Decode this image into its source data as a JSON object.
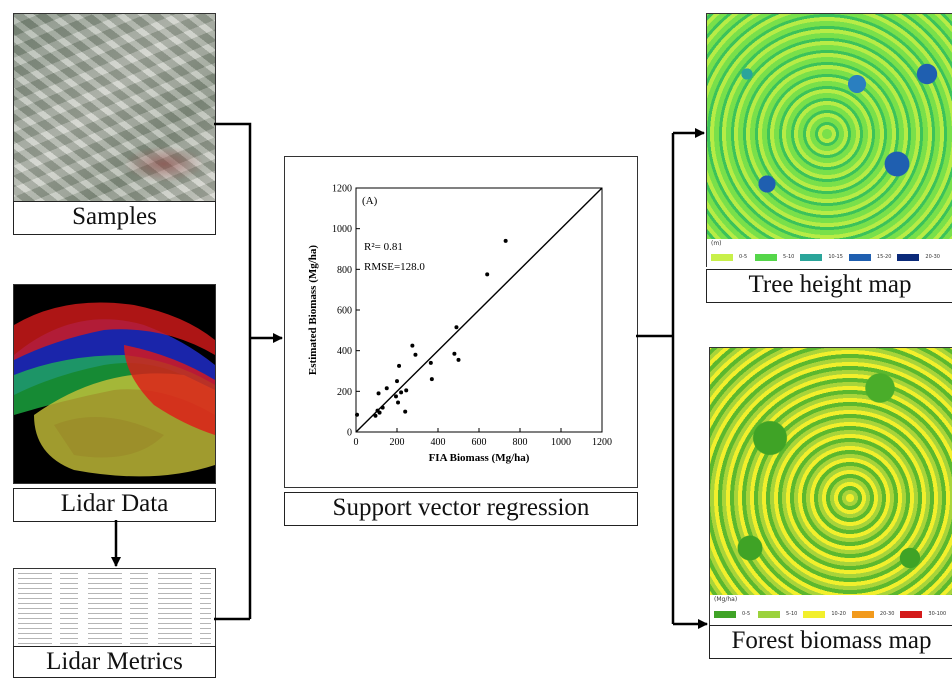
{
  "nodes": {
    "samples": {
      "caption": "Samples"
    },
    "lidar_data": {
      "caption": "Lidar Data"
    },
    "lidar_metrics": {
      "caption": "Lidar Metrics"
    },
    "svr": {
      "caption": "Support vector regression"
    },
    "tree_height": {
      "caption": "Tree height map"
    },
    "forest_biomass": {
      "caption": "Forest biomass map"
    }
  },
  "tree_height_legend": {
    "unit": "(m)",
    "classes": [
      {
        "label": "0-5",
        "color": "#c8f04a"
      },
      {
        "label": "5-10",
        "color": "#55d64a"
      },
      {
        "label": "10-15",
        "color": "#2aa59a"
      },
      {
        "label": "15-20",
        "color": "#1f5fb0"
      },
      {
        "label": "20-30",
        "color": "#0b2a7a"
      }
    ]
  },
  "biomass_legend": {
    "unit": "(Mg/ha)",
    "classes": [
      {
        "label": "0-5",
        "color": "#3fa326"
      },
      {
        "label": "5-10",
        "color": "#9bd23c"
      },
      {
        "label": "10-20",
        "color": "#f2ef2c"
      },
      {
        "label": "20-30",
        "color": "#f29a1c"
      },
      {
        "label": "30-100",
        "color": "#d41a1a"
      }
    ]
  },
  "chart_data": {
    "type": "scatter",
    "panel_label": "(A)",
    "xlabel": "FIA Biomass (Mg/ha)",
    "ylabel": "Estimated Biomass (Mg/ha)",
    "xlim": [
      0,
      1200
    ],
    "ylim": [
      0,
      1200
    ],
    "xticks": [
      0,
      200,
      400,
      600,
      800,
      1000,
      1200
    ],
    "yticks": [
      0,
      200,
      400,
      600,
      800,
      1000,
      1200
    ],
    "annotations": [
      "R²= 0.81",
      "RMSE=128.0"
    ],
    "reference_line": "1:1",
    "points": [
      [
        5,
        85
      ],
      [
        95,
        80
      ],
      [
        105,
        105
      ],
      [
        115,
        95
      ],
      [
        130,
        120
      ],
      [
        110,
        190
      ],
      [
        150,
        215
      ],
      [
        195,
        175
      ],
      [
        200,
        250
      ],
      [
        205,
        145
      ],
      [
        210,
        325
      ],
      [
        220,
        195
      ],
      [
        240,
        100
      ],
      [
        245,
        205
      ],
      [
        275,
        425
      ],
      [
        290,
        380
      ],
      [
        365,
        340
      ],
      [
        370,
        260
      ],
      [
        480,
        385
      ],
      [
        490,
        515
      ],
      [
        500,
        355
      ],
      [
        640,
        775
      ],
      [
        730,
        940
      ]
    ]
  }
}
